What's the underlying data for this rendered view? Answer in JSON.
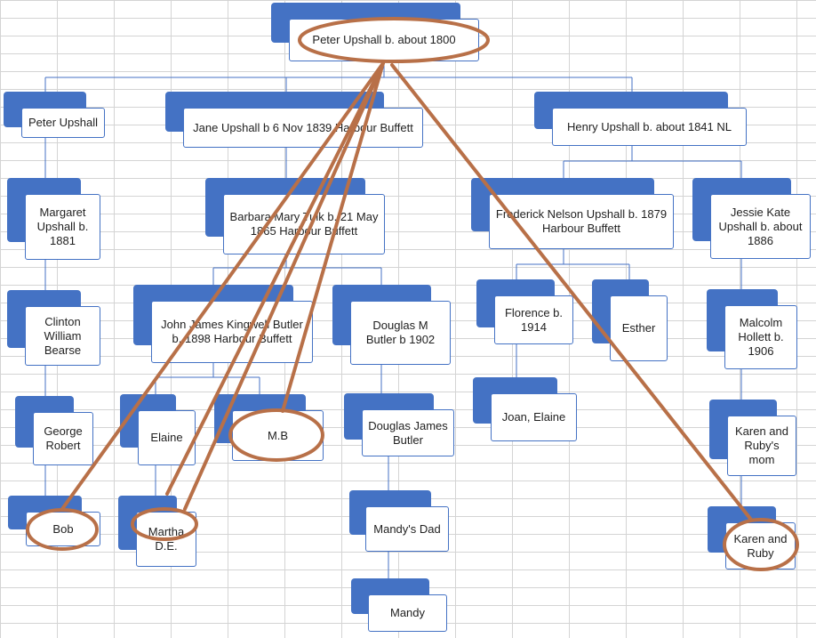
{
  "colors": {
    "tab": "#4472c4",
    "connector": "#4472c4",
    "annotation": "#b87048",
    "grid": "#d4d4d4"
  },
  "people": {
    "root": "Peter Upshall b. about 1800",
    "peter": "Peter Upshall",
    "jane": "Jane Upshall b 6 Nov 1839 Harbour Buffett",
    "henry": "Henry Upshall b. about 1841 NL",
    "margaret": "Margaret Upshall b. 1881",
    "barbara": "Barbara Mary Tulk b. 21 May 1865 Harbour Buffett",
    "frederick": "Frederick Nelson Upshall b. 1879 Harbour Buffett",
    "jessie": "Jessie Kate Upshall b. about 1886",
    "clinton": "Clinton William Bearse",
    "john": "John James Kingwell Butler b. 1898 Harbour Buffett",
    "douglas_m": "Douglas M Butler b 1902",
    "florence": "Florence b. 1914",
    "esther": "Esther",
    "malcolm": "Malcolm Hollett b. 1906",
    "george": "George Robert",
    "elaine": "Elaine",
    "mb": "M.B",
    "douglas_j": "Douglas James Butler",
    "joan": "Joan, Elaine",
    "karen_mom": "Karen and Ruby's mom",
    "bob": "Bob",
    "martha": "Martha D.E.",
    "mandys_dad": "Mandy's Dad",
    "karen_ruby": "Karen and Ruby",
    "mandy": "Mandy"
  }
}
